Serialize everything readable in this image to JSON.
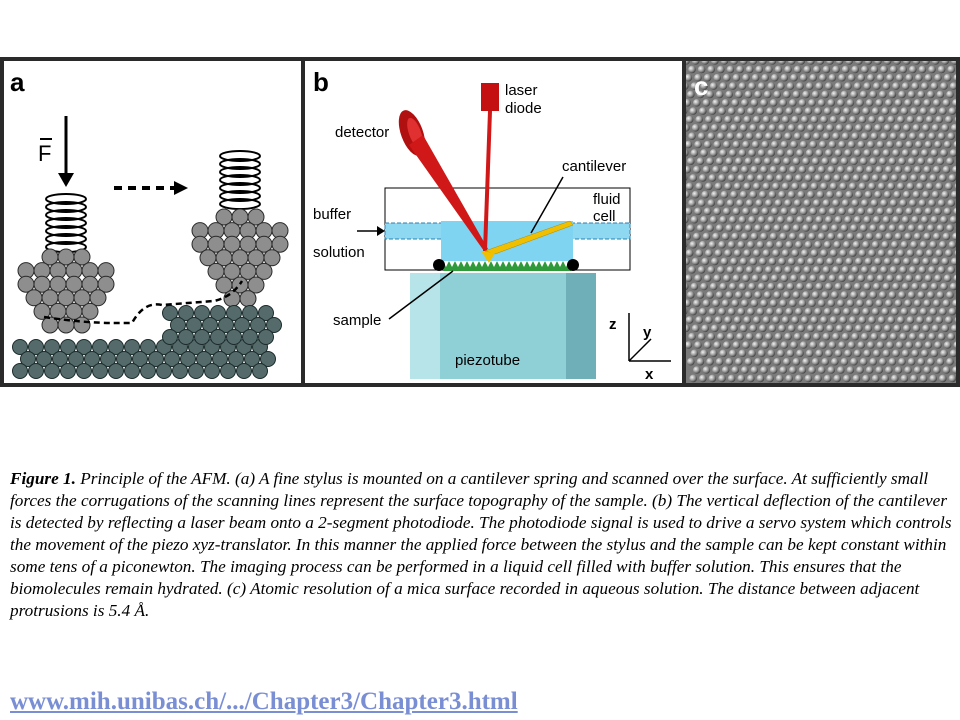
{
  "figure": {
    "panel_a": {
      "letter": "a",
      "force_label": "F"
    },
    "panel_b": {
      "letter": "b",
      "labels": {
        "laser": "laser",
        "diode": "diode",
        "detector": "detector",
        "cantilever": "cantilever",
        "fluid": "fluid",
        "cell": "cell",
        "buffer": "buffer",
        "solution": "solution",
        "sample": "sample",
        "piezotube": "piezotube",
        "axis_z": "z",
        "axis_y": "y",
        "axis_x": "x"
      }
    },
    "panel_c": {
      "letter": "c"
    }
  },
  "caption": {
    "lead": "Figure 1.",
    "body": " Principle of the AFM. (a) A fine stylus is mounted on a cantilever spring and scanned over the surface. At sufficiently small forces the corrugations of the scanning lines represent the surface topography of the sample. (b) The vertical deflection of the cantilever is detected by reflecting a laser beam onto a 2-segment photodiode. The photodiode signal is used to drive a servo system which controls the movement of the piezo xyz-translator. In this manner the applied force between the stylus and the sample can be kept constant within some tens of a piconewton. The imaging process can be performed in a liquid cell filled with buffer solution. This ensures that the biomolecules remain hydrated. (c) Atomic resolution of a mica surface recorded in aqueous solution. The distance between adjacent protrusions is 5.4 Å."
  },
  "footer": {
    "link_text": "www.mih.unibas.ch/.../Chapter3/Chapter3.html"
  },
  "colors": {
    "atom": "#8e8e8e",
    "atom_dark": "#556b6b",
    "fluid": "#7fd4f2",
    "laser": "#d01818",
    "piezo": "#8fcfd6",
    "sample": "#2f9a3a",
    "cantilever": "#f0c000",
    "link": "#7a8ed4"
  }
}
